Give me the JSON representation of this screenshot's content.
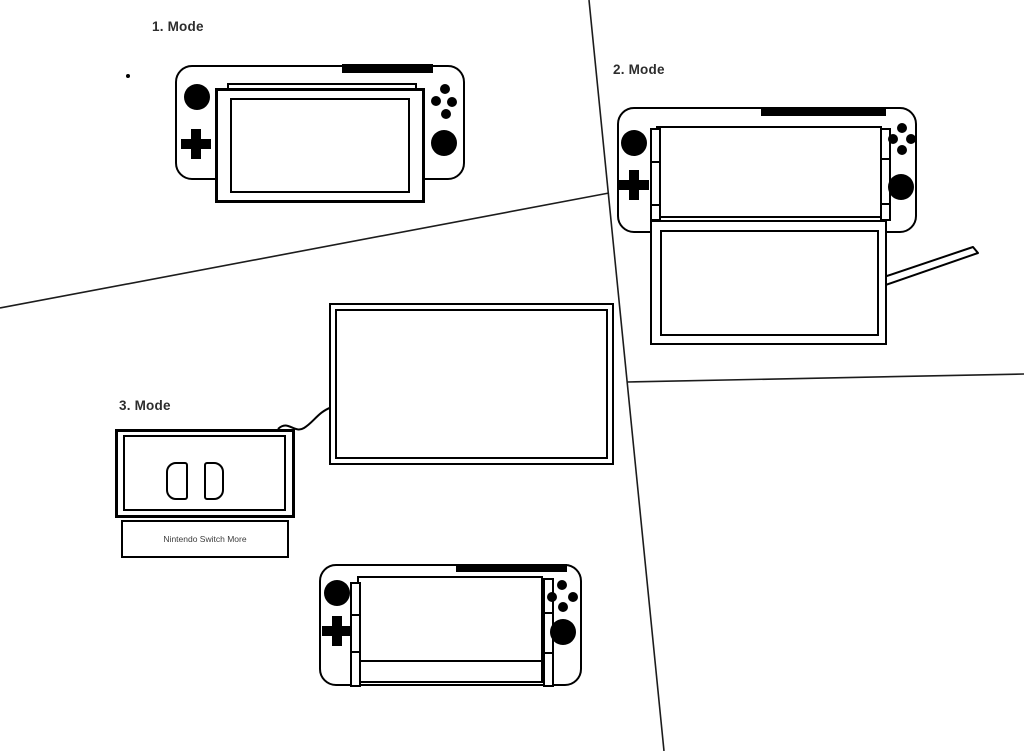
{
  "page": {
    "background": "#ffffff",
    "ink": "#000000",
    "label_color": "#2d2d2d"
  },
  "labels": {
    "mode1": "1. Mode",
    "mode2": "2. Mode",
    "mode3": "3. Mode"
  },
  "dock": {
    "label": "Nintendo Switch More"
  },
  "icons": {
    "stylus": "stylus-pen-icon",
    "cable": "hdmi-cable-icon",
    "dpad": "dpad-cross-icon",
    "joystick": "analog-stick-icon",
    "buttons": "abxy-buttons-icon"
  }
}
